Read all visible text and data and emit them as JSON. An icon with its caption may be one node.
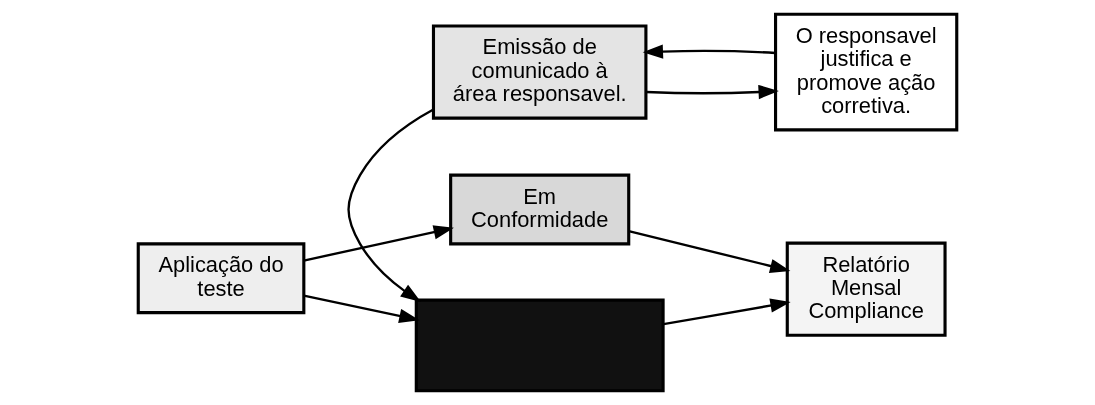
{
  "diagram": {
    "nodes": [
      {
        "text": [
          "Aplicação do teste"
        ]
      },
      {
        "text": [
          "Em Conformidade"
        ]
      },
      {
        "text": [],
        "shape": "box"
      },
      {
        "text": [
          "Relatório Mensal Compliance"
        ]
      },
      {
        "text": [
          "Emissão de comunicado à área responsavel."
        ]
      },
      {
        "text": [
          "O responsavel justifica e promove ação corretiva."
        ]
      }
    ],
    "edges": [
      {
        "from": 0,
        "to": 1,
        "arrow": "to"
      },
      {
        "from": 0,
        "to": 2,
        "arrow": "to"
      },
      {
        "from": 1,
        "to": 3,
        "arrow": "to"
      },
      {
        "from": 2,
        "to": 3,
        "arrow": "to"
      },
      {
        "from": 4,
        "to": 2,
        "arrow": "to"
      },
      {
        "from": 5,
        "to": 4,
        "arrow": "to"
      },
      {
        "from": 4,
        "to": 5,
        "arrow": "to"
      }
    ]
  }
}
